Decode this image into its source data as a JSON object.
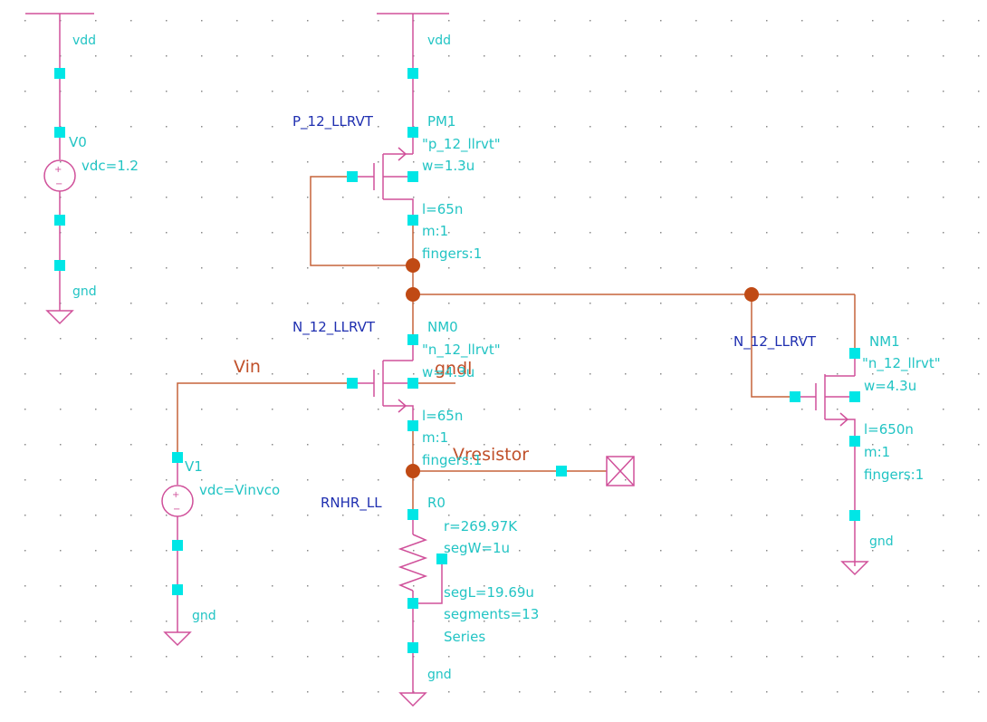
{
  "nets": {
    "vdd_left": "vdd",
    "vdd_right": "vdd",
    "gnd_v0": "gnd",
    "gnd_v1": "gnd",
    "gnd_r0": "gnd",
    "gnd_nm1": "gnd",
    "vin": "Vin",
    "gndl": "gndl",
    "vresistor": "Vresistor"
  },
  "V0": {
    "name": "V0",
    "param": "vdc=1.2"
  },
  "V1": {
    "name": "V1",
    "param": "vdc=Vinvco"
  },
  "PM1": {
    "cell": "P_12_LLRVT",
    "name": "PM1",
    "model": "\"p_12_llrvt\"",
    "w": "w=1.3u",
    "l": "l=65n",
    "m": "m:1",
    "fingers": "fingers:1"
  },
  "NM0": {
    "cell": "N_12_LLRVT",
    "name": "NM0",
    "model": "\"n_12_llrvt\"",
    "w": "w=4.3u",
    "l": "l=65n",
    "m": "m:1",
    "fingers": "fingers:1"
  },
  "NM1": {
    "cell": "N_12_LLRVT",
    "name": "NM1",
    "model": "\"n_12_llrvt\"",
    "w": "w=4.3u",
    "l": "l=650n",
    "m": "m:1",
    "fingers": "fingers:1"
  },
  "R0": {
    "cell": "RNHR_LL",
    "name": "R0",
    "r": "r=269.97K",
    "segW": "segW=1u",
    "segL": "segL=19.69u",
    "segments": "segments=13",
    "mode": "Series"
  },
  "colors": {
    "wire": "#c5633a",
    "symbol": "#d0509a",
    "pin": "#00e6e6",
    "param_text": "#22c4c4",
    "cell_text": "#1f2fb0",
    "net_label": "#c0502a"
  }
}
